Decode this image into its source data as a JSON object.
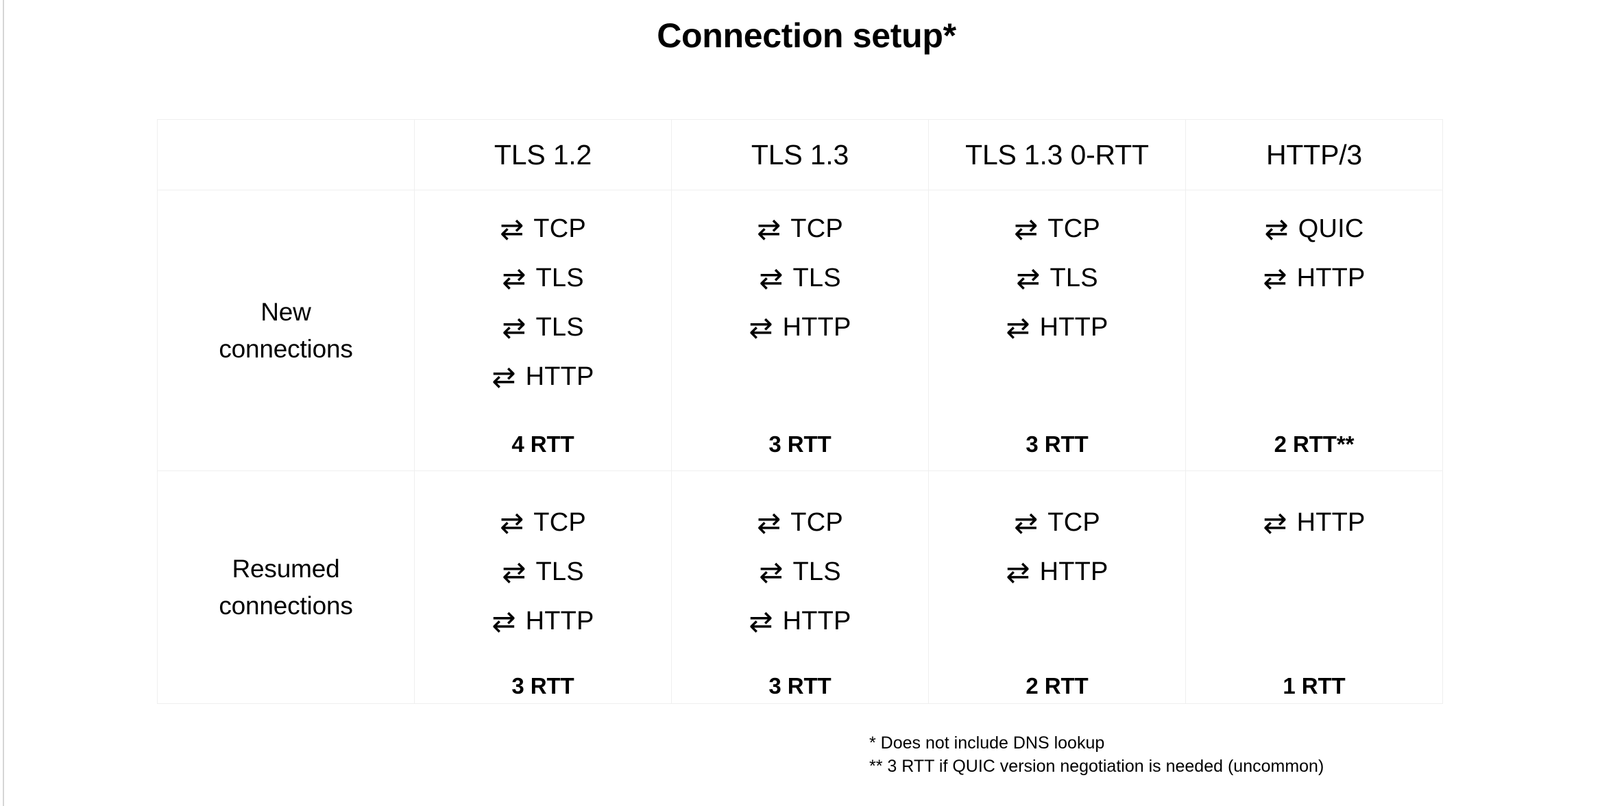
{
  "title": "Connection setup*",
  "table": {
    "corner_label": "",
    "columns": [
      "TLS 1.2",
      "TLS 1.3",
      "TLS 1.3 0-RTT",
      "HTTP/3"
    ],
    "arrow_glyph": "⇄",
    "arrow_icon_name": "bidirectional-roundtrip-arrow-icon",
    "rows": [
      {
        "label_line1": "New",
        "label_line2": "connections",
        "cells": [
          {
            "steps": [
              "TCP",
              "TLS",
              "TLS",
              "HTTP"
            ],
            "rtt": "4 RTT"
          },
          {
            "steps": [
              "TCP",
              "TLS",
              "HTTP"
            ],
            "rtt": "3 RTT"
          },
          {
            "steps": [
              "TCP",
              "TLS",
              "HTTP"
            ],
            "rtt": "3 RTT"
          },
          {
            "steps": [
              "QUIC",
              "HTTP"
            ],
            "rtt": "2 RTT**"
          }
        ]
      },
      {
        "label_line1": "Resumed",
        "label_line2": "connections",
        "cells": [
          {
            "steps": [
              "TCP",
              "TLS",
              "HTTP"
            ],
            "rtt": "3 RTT"
          },
          {
            "steps": [
              "TCP",
              "TLS",
              "HTTP"
            ],
            "rtt": "3 RTT"
          },
          {
            "steps": [
              "TCP",
              "HTTP"
            ],
            "rtt": "2 RTT"
          },
          {
            "steps": [
              "HTTP"
            ],
            "rtt": "1 RTT"
          }
        ]
      }
    ]
  },
  "footnotes": [
    "* Does not include DNS lookup",
    "** 3 RTT if QUIC version negotiation is needed (uncommon)"
  ],
  "colors": {
    "background": "#ffffff",
    "text": "#000000",
    "grid_line": "#efefef",
    "slide_edge": "#d6d6d6"
  }
}
